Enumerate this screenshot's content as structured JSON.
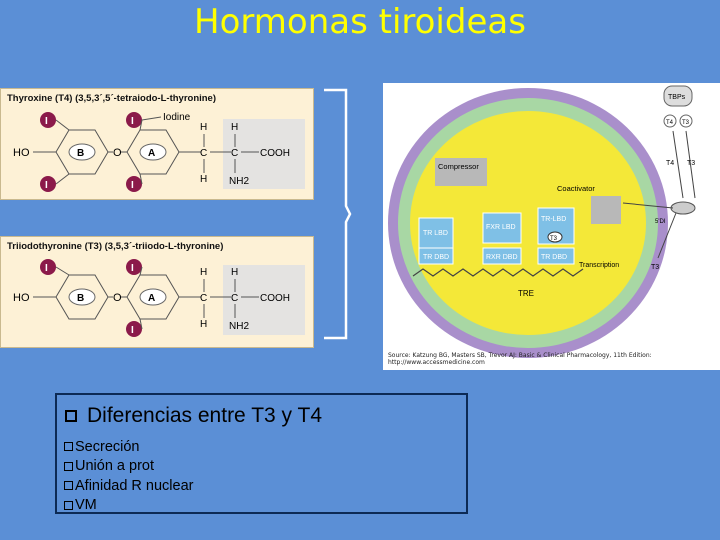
{
  "slide": {
    "title": "Hormonas tiroideas"
  },
  "thyroxine_panel": {
    "heading": "Thyroxine (T4) (3,5,3´,5´-tetraiodo-L-thyronine)",
    "iodine_label": "Iodine",
    "ring_b": "B",
    "ring_a": "A",
    "ho": "HO",
    "o": "O",
    "i": "I",
    "h": "H",
    "c": "C",
    "cooh": "COOH",
    "nh2": "NH2"
  },
  "triiodo_panel": {
    "heading": "Triiodothyronine (T3) (3,5,3´-triiodo-L-thyronine)",
    "ring_b": "B",
    "ring_a": "A",
    "ho": "HO",
    "o": "O",
    "i": "I",
    "h": "H",
    "c": "C",
    "cooh": "COOH",
    "nh2": "NH2"
  },
  "cell_diagram": {
    "tbps": "TBPs",
    "t4": "T4",
    "t3": "T3",
    "compressor": "Compressor",
    "coactivator": "Coactivator",
    "tr_lbd": "TR LBD",
    "fxr_lbd": "FXR LBD",
    "tr_lbd2": "TR-LBD",
    "tr_dbd": "TR DBD",
    "rxr_dbd": "RXR DBD",
    "tr_dbd2": "TR DBD",
    "transcription": "Transcription",
    "tre": "TRE",
    "d": "5'DI",
    "colors": {
      "outer_ring": "#a98fcb",
      "middle_ring": "#a8d7a4",
      "nucleus": "#f4e838",
      "box_blue": "#7fc0e6"
    }
  },
  "source": {
    "text": "Source: Katzung BG, Masters SB, Trevor AJ: Basic & Clinical Pharmacology, 11th Edition: http://www.accessmedicine.com"
  },
  "differences": {
    "title": "Diferencias entre T3 y T4",
    "items": [
      "Secreción",
      "Unión a prot",
      "Afinidad R nuclear",
      "VM"
    ]
  }
}
